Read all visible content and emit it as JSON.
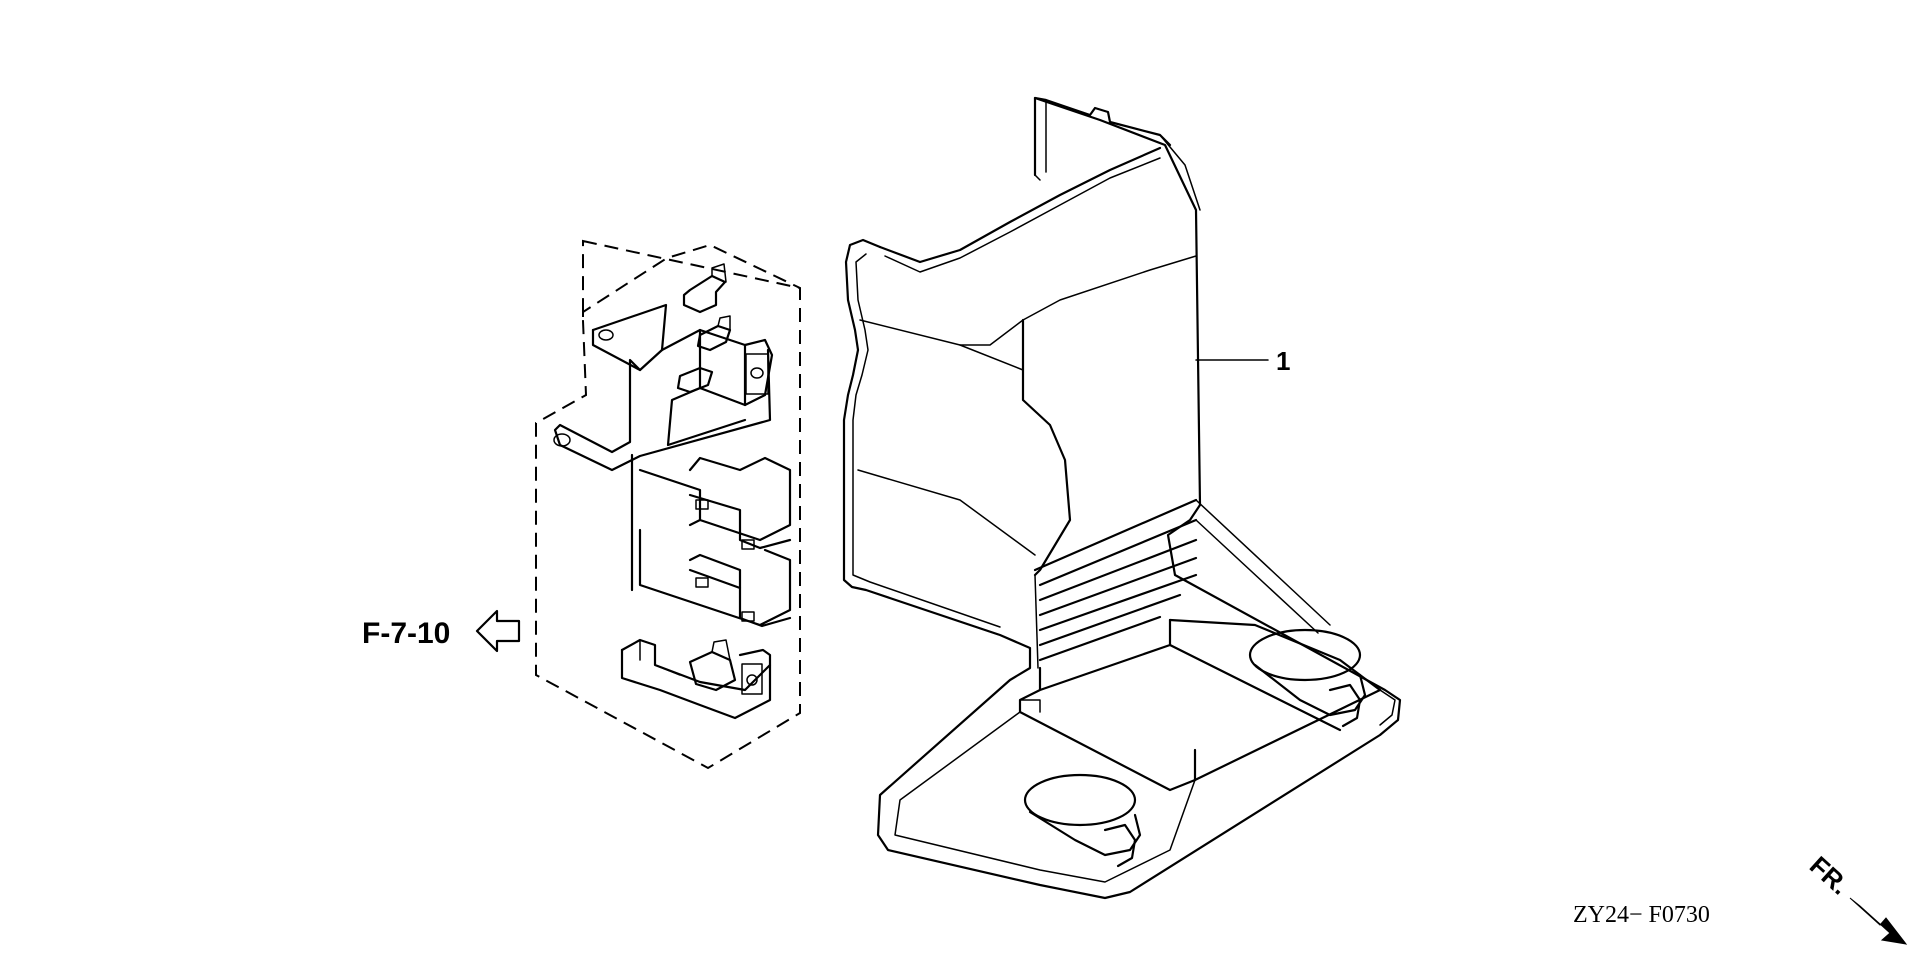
{
  "diagram": {
    "cross_reference": "F-7-10",
    "callout_number": "1",
    "drawing_code": "ZY24− F0730",
    "direction_label": "FR."
  }
}
